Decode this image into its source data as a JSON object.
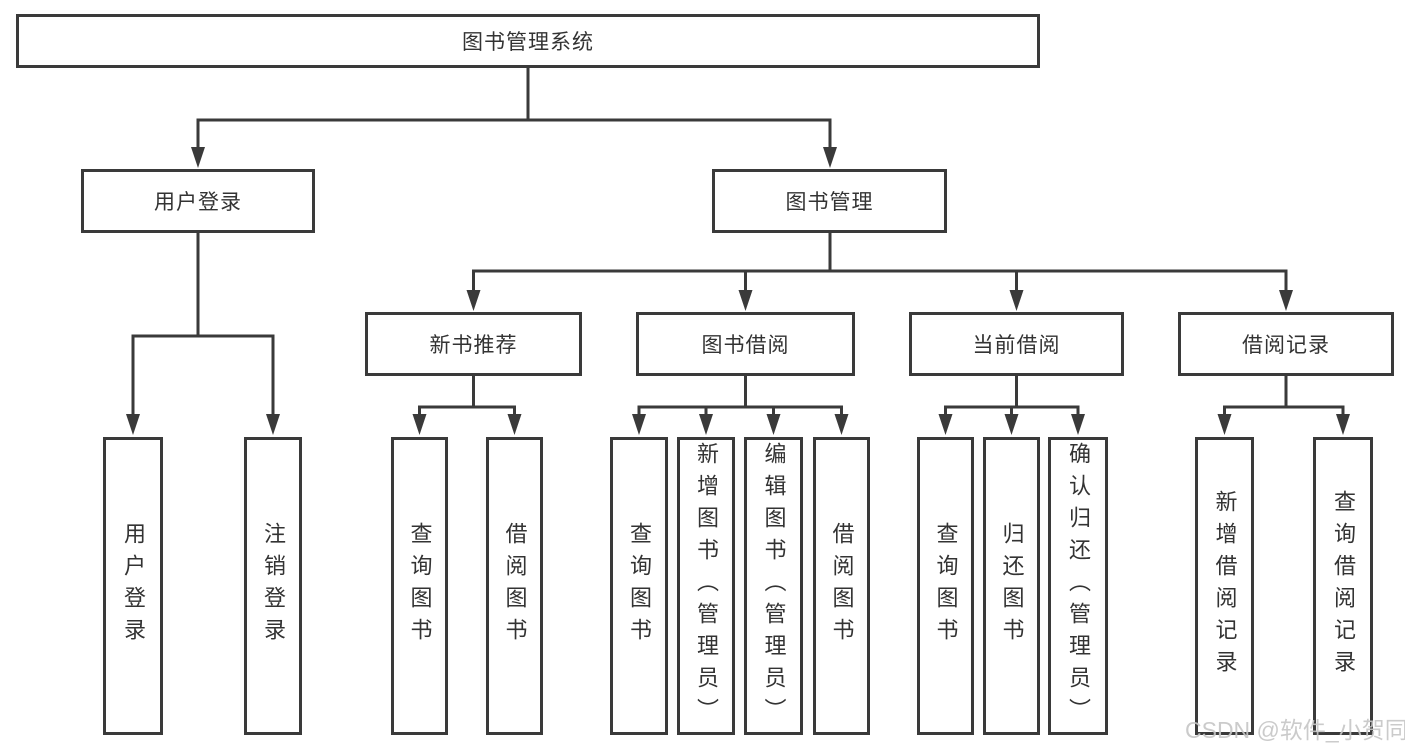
{
  "tree": {
    "root": "图书管理系统",
    "children": [
      {
        "label": "用户登录",
        "children": [
          {
            "label": "用户登录"
          },
          {
            "label": "注销登录"
          }
        ]
      },
      {
        "label": "图书管理",
        "children": [
          {
            "label": "新书推荐",
            "children": [
              {
                "label": "查询图书"
              },
              {
                "label": "借阅图书"
              }
            ]
          },
          {
            "label": "图书借阅",
            "children": [
              {
                "label": "查询图书"
              },
              {
                "label": "新增图书（管理员）"
              },
              {
                "label": "编辑图书（管理员）"
              },
              {
                "label": "借阅图书"
              }
            ]
          },
          {
            "label": "当前借阅",
            "children": [
              {
                "label": "查询图书"
              },
              {
                "label": "归还图书"
              },
              {
                "label": "确认归还（管理员）"
              }
            ]
          },
          {
            "label": "借阅记录",
            "children": [
              {
                "label": "新增借阅记录"
              },
              {
                "label": "查询借阅记录"
              }
            ]
          }
        ]
      }
    ]
  },
  "watermark": {
    "text": "CSDN @软件_小贺同学"
  },
  "colors": {
    "line": "#3a3a3a",
    "text": "#333333",
    "watermark": "#c6c6c6",
    "background": "#ffffff"
  }
}
